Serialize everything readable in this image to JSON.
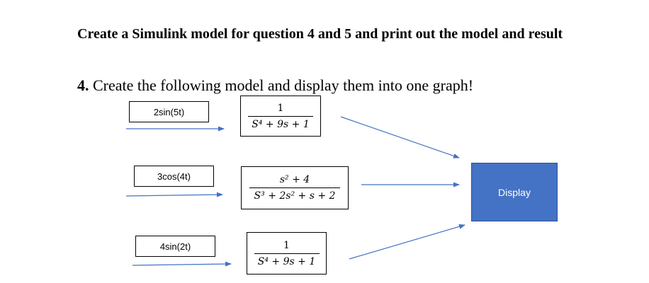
{
  "heading": "Create a Simulink model for question 4 and 5 and print out the model and result",
  "question": {
    "number": "4.",
    "text": " Create the following model and display them into one graph!"
  },
  "sources": {
    "s1": "2sin(5t)",
    "s2": "3cos(4t)",
    "s3": "4sin(2t)"
  },
  "transfer_functions": {
    "tf1": {
      "numerator": "1",
      "denominator": "S⁴ + 9s + 1"
    },
    "tf2": {
      "numerator": "s² + 4",
      "denominator": "S³ + 2s² + s + 2"
    },
    "tf3": {
      "numerator": "1",
      "denominator": "S⁴ + 9s + 1"
    }
  },
  "display": {
    "label": "Display",
    "fill": "#4472c4"
  },
  "colors": {
    "arrow": "#4472c4"
  }
}
